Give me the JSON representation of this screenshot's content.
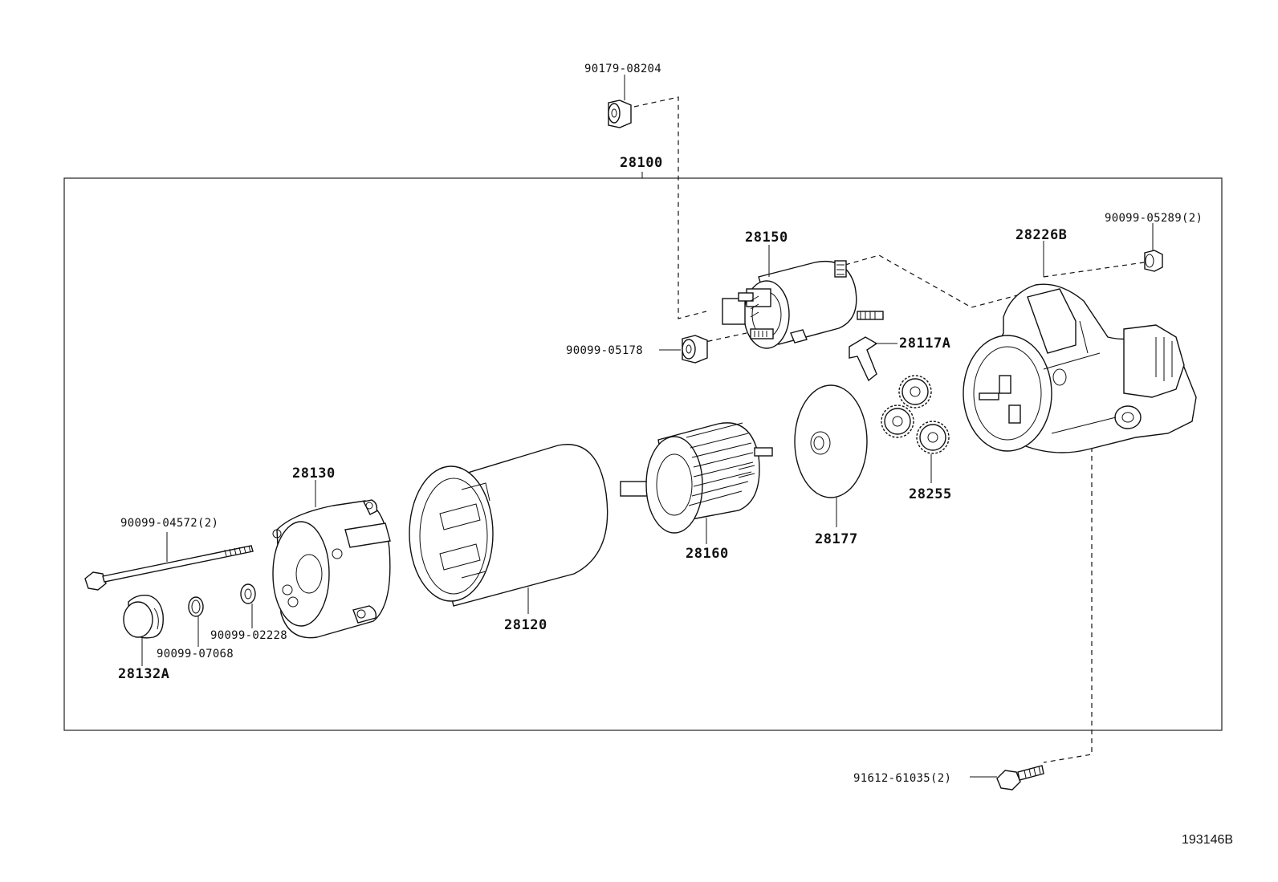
{
  "parts": {
    "p_90179_08204": "90179-08204",
    "p_28100": "28100",
    "p_28150": "28150",
    "p_28226B": "28226B",
    "p_90099_05289": "90099-05289(2)",
    "p_90099_05178": "90099-05178",
    "p_28117A": "28117A",
    "p_28255": "28255",
    "p_28177": "28177",
    "p_28160": "28160",
    "p_28130": "28130",
    "p_28120": "28120",
    "p_90099_04572": "90099-04572(2)",
    "p_90099_02228": "90099-02228",
    "p_90099_07068": "90099-07068",
    "p_28132A": "28132A",
    "p_91612_61035": "91612-61035(2)"
  },
  "figure_id": "193146B"
}
